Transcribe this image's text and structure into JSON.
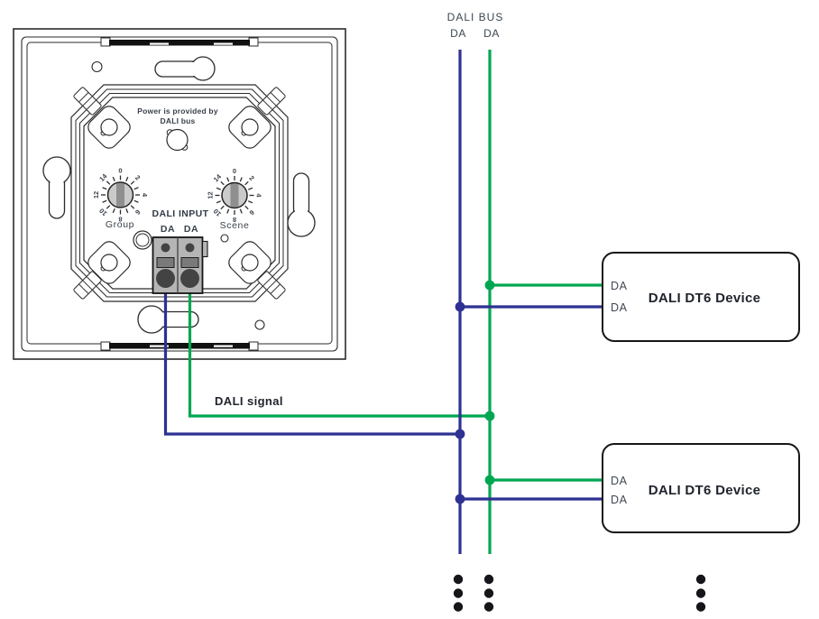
{
  "diagram": {
    "bus": {
      "title": "DALI BUS",
      "da_blue": "DA",
      "da_green": "DA"
    },
    "signal_label": "DALI signal",
    "panel": {
      "power_note_line1": "Power is provided by",
      "power_note_line2": "DALI bus",
      "group_dial_label": "Group",
      "scene_dial_label": "Scene",
      "input_label": "DALI INPUT",
      "input_da_blue": "DA",
      "input_da_green": "DA",
      "dial_numbers": [
        "0",
        "2",
        "4",
        "6",
        "8",
        "10",
        "12",
        "14"
      ]
    },
    "devices": [
      {
        "name": "DALI DT6 Device",
        "da_top": "DA",
        "da_bottom": "DA"
      },
      {
        "name": "DALI DT6 Device",
        "da_top": "DA",
        "da_bottom": "DA"
      }
    ],
    "colors": {
      "wire_blue": "#2e3192",
      "wire_green": "#00a651",
      "outline": "#2b2b2b",
      "label_text": "#3e4753",
      "dark_text": "#20242c",
      "terminal_body": "#b5b5b5",
      "terminal_mid": "#7a7a7a",
      "terminal_dark": "#434343",
      "knob_fill": "#cacaca",
      "knob_slot": "#8f8f8f"
    }
  }
}
